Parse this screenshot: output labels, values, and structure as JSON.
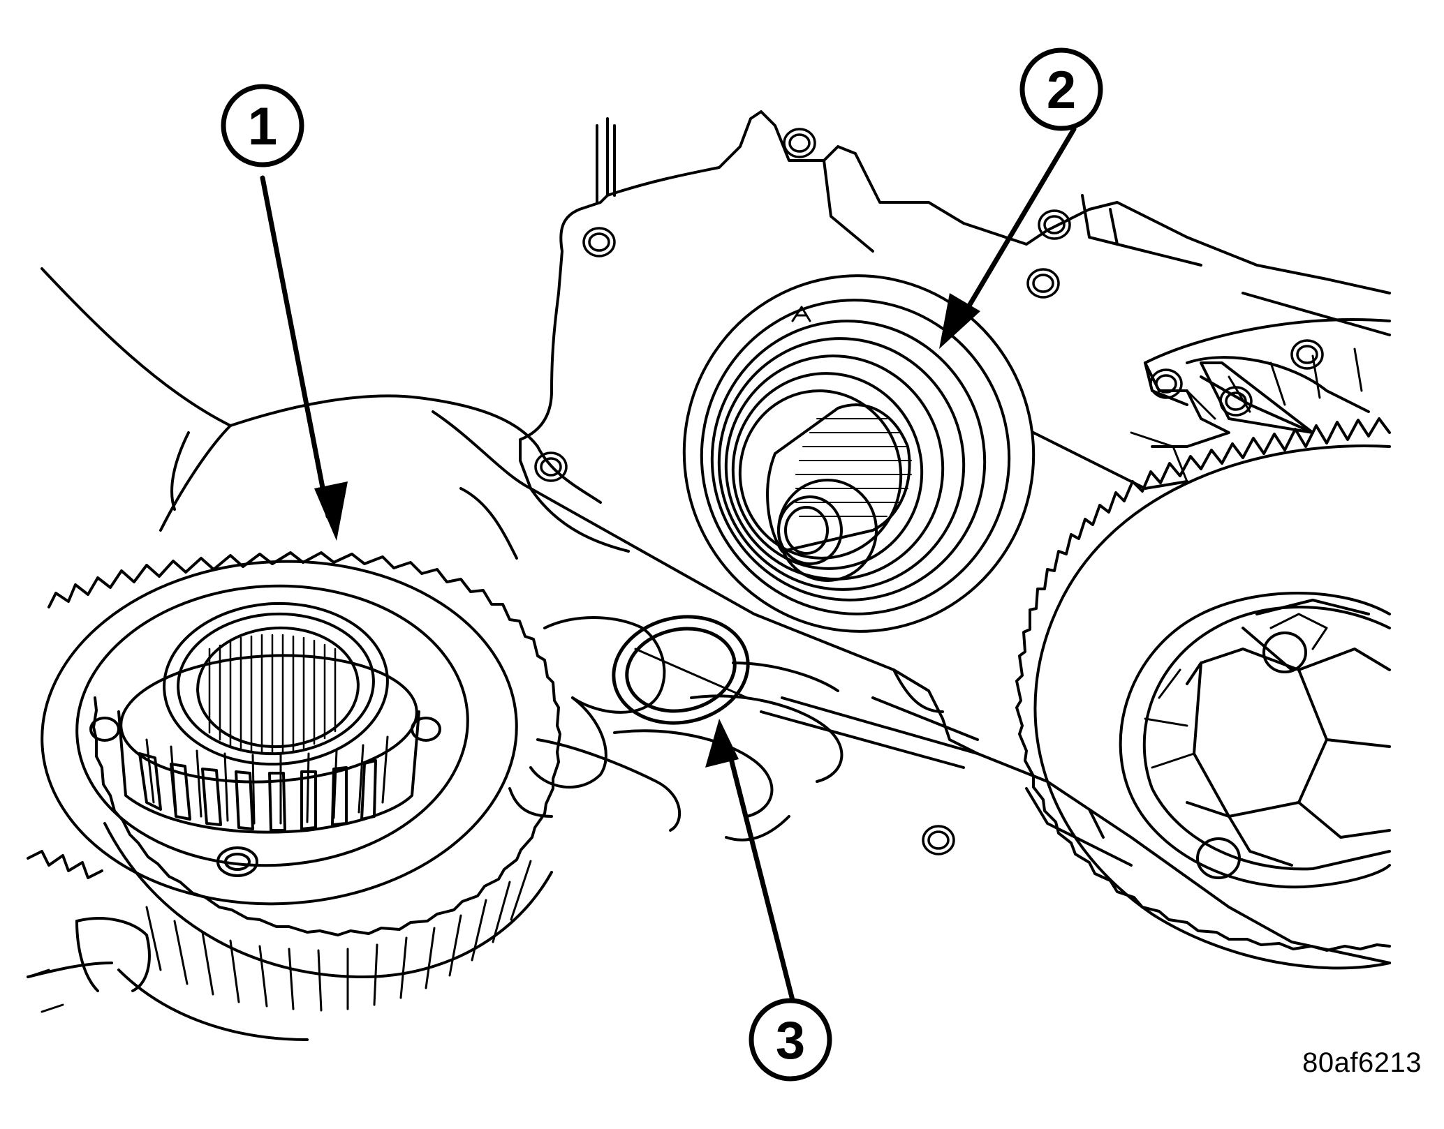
{
  "figure": {
    "id_text": "80af6213"
  },
  "callouts": [
    {
      "label": "1"
    },
    {
      "label": "2"
    },
    {
      "label": "3"
    }
  ],
  "colors": {
    "line": "#000000",
    "background": "#ffffff"
  }
}
